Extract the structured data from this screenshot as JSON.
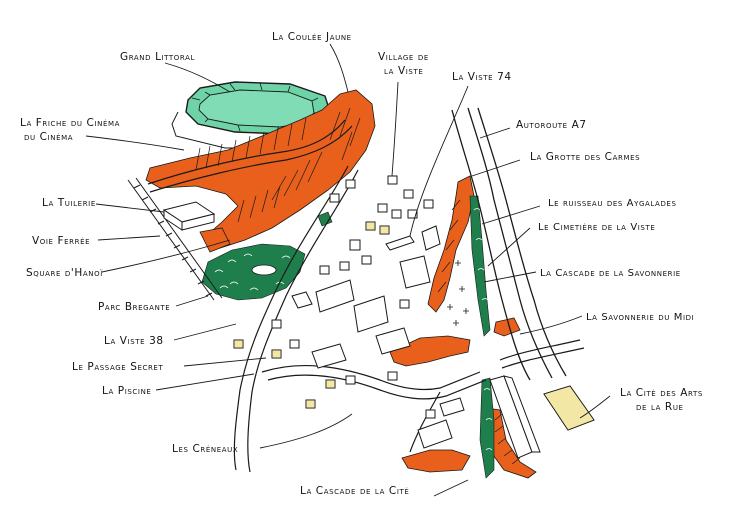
{
  "labels": {
    "grand_littoral": "Grand Littoral",
    "coulee_jaune": "La Coulée Jaune",
    "village_viste_1": "Village de",
    "village_viste_2": "la Viste",
    "viste_74": "La Viste 74",
    "autoroute": "Autoroute A7",
    "friche_1": "La Friche du Cinéma",
    "friche_2": "du Cinéma",
    "grotte": "La Grotte des Carmes",
    "tuilerie": "La Tuilerie",
    "ruisseau": "Le ruisseau des Aygalades",
    "voie_ferree": "Voie Ferrée",
    "cimetiere": "Le Cimetière de la Viste",
    "square_hanoi": "Square d'Hanoï",
    "cascade_savonnerie": "La Cascade de la Savonnerie",
    "parc": "Parc Bregante",
    "savonnerie_midi": "La Savonnerie du Midi",
    "viste_38": "La Viste 38",
    "passage": "Le Passage Secret",
    "cite_arts_1": "La Cité des Arts",
    "cite_arts_2": "de la Rue",
    "piscine": "La Piscine",
    "creneaux": "Les Créneaux",
    "cascade_cite": "La Cascade de la Cité"
  },
  "colors": {
    "orange": "#e8601c",
    "green": "#1e7f4d",
    "mint": "#6fd3a8",
    "yellow": "#f3e7a6",
    "ink": "#1a1a1a"
  }
}
